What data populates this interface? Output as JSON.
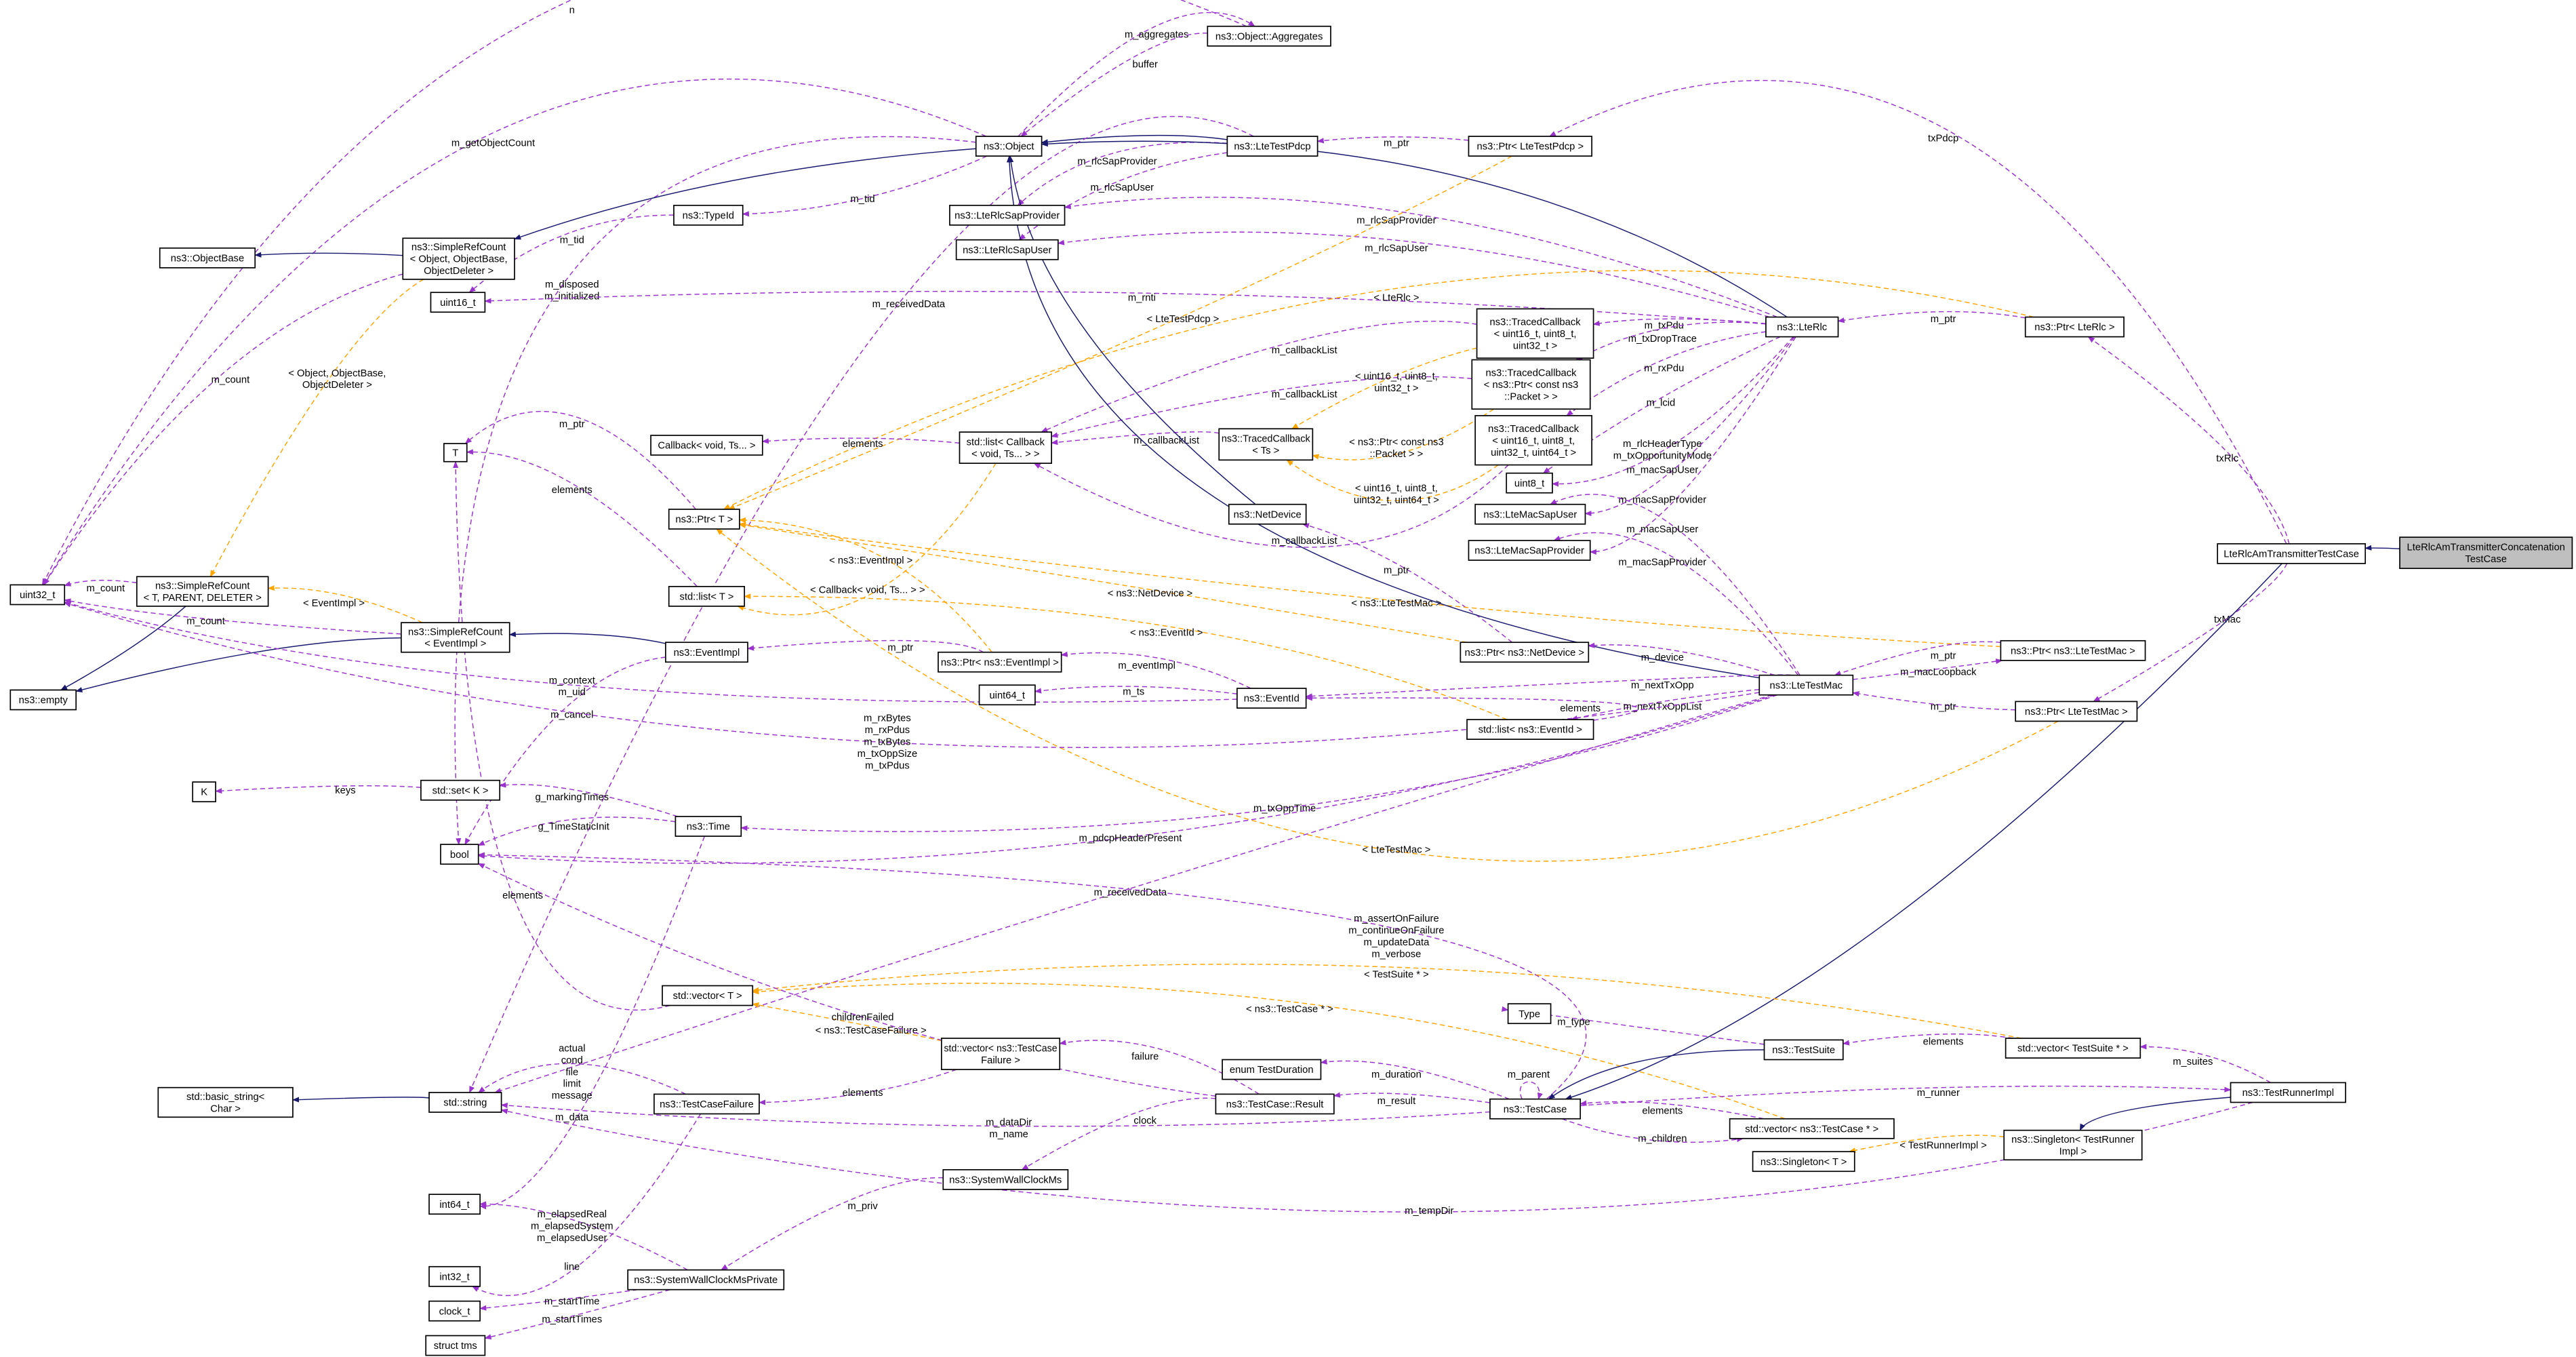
{
  "title": "LteRlcAmTransmitterConcatenationTestCase collaboration graph",
  "colors": {
    "usage": "#9a32cd",
    "template": "#ffa500",
    "inheritance": "#191970",
    "highlight": "#bfbfbf"
  },
  "nodes": {
    "object": [
      "ns3::Object"
    ],
    "aggregates": [
      "ns3::Object::Aggregates"
    ],
    "ltetestpdcp": [
      "ns3::LteTestPdcp"
    ],
    "ptrltetestpdcp": [
      "ns3::Ptr< LteTestPdcp >"
    ],
    "rlcsapprovider": [
      "ns3::LteRlcSapProvider"
    ],
    "rlcsapuser": [
      "ns3::LteRlcSapUser"
    ],
    "typeid": [
      "ns3::TypeId"
    ],
    "simplerefobj": [
      "ns3::SimpleRefCount",
      "< Object, ObjectBase,",
      "ObjectDeleter >"
    ],
    "objectbase": [
      "ns3::ObjectBase"
    ],
    "uint16": [
      "uint16_t"
    ],
    "tc1": [
      "ns3::TracedCallback",
      "< uint16_t, uint8_t,",
      "uint32_t >"
    ],
    "lterlc": [
      "ns3::LteRlc"
    ],
    "ptrlterlc": [
      "ns3::Ptr< LteRlc >"
    ],
    "tc2": [
      "ns3::TracedCallback",
      "< ns3::Ptr< const ns3",
      "::Packet > >"
    ],
    "tc3": [
      "ns3::TracedCallback",
      "< uint16_t, uint8_t,",
      "uint32_t, uint64_t >"
    ],
    "T": [
      "T"
    ],
    "callback": [
      "Callback< void, Ts... >"
    ],
    "listcallback": [
      "std::list< Callback",
      "< void, Ts... > >"
    ],
    "tcts": [
      "ns3::TracedCallback",
      "< Ts >"
    ],
    "uint8": [
      "uint8_t"
    ],
    "macsapuser": [
      "ns3::LteMacSapUser"
    ],
    "macsapprovider": [
      "ns3::LteMacSapProvider"
    ],
    "ptrT": [
      "ns3::Ptr< T >"
    ],
    "netdevice": [
      "ns3::NetDevice"
    ],
    "listT": [
      "std::list< T >"
    ],
    "uint32": [
      "uint32_t"
    ],
    "simplereftpd": [
      "ns3::SimpleRefCount",
      "< T, PARENT, DELETER >"
    ],
    "simplerefei": [
      "ns3::SimpleRefCount",
      "< EventImpl >"
    ],
    "eventimpl": [
      "ns3::EventImpl"
    ],
    "ptreventimpl": [
      "ns3::Ptr< ns3::EventImpl >"
    ],
    "ptrnetdevice": [
      "ns3::Ptr< ns3::NetDevice >"
    ],
    "ptrltetestmacns": [
      "ns3::Ptr< ns3::LteTestMac >"
    ],
    "testcaseam": [
      "LteRlcAmTransmitterTestCase"
    ],
    "concat": [
      "LteRlcAmTransmitterConcatenation",
      "TestCase"
    ],
    "ltetestmac": [
      "ns3::LteTestMac"
    ],
    "ptrltetestmac": [
      "ns3::Ptr< LteTestMac >"
    ],
    "eventid": [
      "ns3::EventId"
    ],
    "uint64": [
      "uint64_t"
    ],
    "listeventid": [
      "std::list< ns3::EventId >"
    ],
    "empty": [
      "ns3::empty"
    ],
    "K": [
      "K"
    ],
    "setK": [
      "std::set< K >"
    ],
    "time": [
      "ns3::Time"
    ],
    "bool": [
      "bool"
    ],
    "vectorT": [
      "std::vector< T >"
    ],
    "type": [
      "Type"
    ],
    "testsuite": [
      "ns3::TestSuite"
    ],
    "vecsuite": [
      "std::vector< TestSuite * >"
    ],
    "vecfailure": [
      "std::vector< ns3::TestCase",
      "Failure >"
    ],
    "duration": [
      "enum TestDuration"
    ],
    "testcase": [
      "ns3::TestCase"
    ],
    "result": [
      "ns3::TestCase::Result"
    ],
    "testrunner": [
      "ns3::TestRunnerImpl"
    ],
    "string": [
      "std::string"
    ],
    "basicstring": [
      "std::basic_string<",
      "Char >"
    ],
    "testcasefailure": [
      "ns3::TestCaseFailure"
    ],
    "veccase": [
      "std::vector< ns3::TestCase * >"
    ],
    "singletontr": [
      "ns3::Singleton< TestRunner",
      "Impl >"
    ],
    "singletonT": [
      "ns3::Singleton< T >"
    ],
    "syswall": [
      "ns3::SystemWallClockMs"
    ],
    "int64": [
      "int64_t"
    ],
    "int32": [
      "int32_t"
    ],
    "syswallpriv": [
      "ns3::SystemWallClockMsPrivate"
    ],
    "clock": [
      "clock_t"
    ],
    "tms": [
      "struct tms"
    ]
  },
  "edges": [
    {
      "from": "aggregates",
      "to": "uint32",
      "kind": "usage",
      "label": [
        "n"
      ]
    },
    {
      "from": "object",
      "to": "aggregates",
      "kind": "usage",
      "label": [
        "m_aggregates"
      ]
    },
    {
      "from": "aggregates",
      "to": "object",
      "kind": "usage",
      "label": [
        "buffer"
      ]
    },
    {
      "from": "object",
      "to": "uint32",
      "kind": "usage",
      "label": [
        "m_getObjectCount"
      ]
    },
    {
      "from": "object",
      "to": "typeid",
      "kind": "usage",
      "label": [
        "m_tid"
      ]
    },
    {
      "from": "object",
      "to": "bool",
      "kind": "usage",
      "label": [
        "m_disposed",
        "m_initialized"
      ]
    },
    {
      "from": "simplerefobj",
      "to": "uint32",
      "kind": "usage",
      "label": [
        "m_count"
      ]
    },
    {
      "from": "simplerefobj",
      "to": "objectbase",
      "kind": "inheritance",
      "label": []
    },
    {
      "from": "object",
      "to": "simplerefobj",
      "kind": "inheritance",
      "label": []
    },
    {
      "from": "simplerefobj",
      "to": "simplereftpd",
      "kind": "template",
      "label": [
        "< Object, ObjectBase,",
        "ObjectDeleter >"
      ]
    },
    {
      "from": "typeid",
      "to": "uint16",
      "kind": "usage",
      "label": [
        "m_tid"
      ]
    },
    {
      "from": "ltetestpdcp",
      "to": "object",
      "kind": "inheritance",
      "label": []
    },
    {
      "from": "ltetestpdcp",
      "to": "rlcsapprovider",
      "kind": "usage",
      "label": [
        "m_rlcSapProvider"
      ]
    },
    {
      "from": "ltetestpdcp",
      "to": "rlcsapuser",
      "kind": "usage",
      "label": [
        "m_rlcSapUser"
      ]
    },
    {
      "from": "ltetestpdcp",
      "to": "string",
      "kind": "usage",
      "label": [
        "m_receivedData"
      ]
    },
    {
      "from": "ptrltetestpdcp",
      "to": "ltetestpdcp",
      "kind": "usage",
      "label": [
        "m_ptr"
      ]
    },
    {
      "from": "testcaseam",
      "to": "ptrltetestpdcp",
      "kind": "usage",
      "label": [
        "txPdcp"
      ]
    },
    {
      "from": "lterlc",
      "to": "object",
      "kind": "inheritance",
      "label": []
    },
    {
      "from": "lterlc",
      "to": "rlcsapprovider",
      "kind": "usage",
      "label": [
        "m_rlcSapProvider"
      ]
    },
    {
      "from": "lterlc",
      "to": "rlcsapuser",
      "kind": "usage",
      "label": [
        "m_rlcSapUser"
      ]
    },
    {
      "from": "lterlc",
      "to": "uint16",
      "kind": "usage",
      "label": [
        "m_rnti"
      ]
    },
    {
      "from": "lterlc",
      "to": "tc1",
      "kind": "usage",
      "label": [
        "m_txPdu"
      ]
    },
    {
      "from": "lterlc",
      "to": "tc2",
      "kind": "usage",
      "label": [
        "m_txDropTrace"
      ]
    },
    {
      "from": "lterlc",
      "to": "tc3",
      "kind": "usage",
      "label": [
        "m_rxPdu"
      ]
    },
    {
      "from": "lterlc",
      "to": "uint8",
      "kind": "usage",
      "label": [
        "m_lcid"
      ]
    },
    {
      "from": "lterlc",
      "to": "uint8",
      "kind": "usage",
      "label": [
        "m_rlcHeaderType",
        "m_txOpportunityMode"
      ]
    },
    {
      "from": "lterlc",
      "to": "macsapuser",
      "kind": "usage",
      "label": [
        "m_macSapUser"
      ]
    },
    {
      "from": "lterlc",
      "to": "macsapprovider",
      "kind": "usage",
      "label": [
        "m_macSapProvider"
      ]
    },
    {
      "from": "ptrlterlc",
      "to": "lterlc",
      "kind": "usage",
      "label": [
        "m_ptr"
      ]
    },
    {
      "from": "testcaseam",
      "to": "ptrlterlc",
      "kind": "usage",
      "label": [
        "txRlc"
      ]
    },
    {
      "from": "ptrltetestpdcp",
      "to": "ptrT",
      "kind": "template",
      "label": [
        "< LteTestPdcp >"
      ]
    },
    {
      "from": "ptrlterlc",
      "to": "ptrT",
      "kind": "template",
      "label": [
        "< LteRlc >"
      ]
    },
    {
      "from": "ptrT",
      "to": "T",
      "kind": "usage",
      "label": [
        "m_ptr"
      ]
    },
    {
      "from": "listT",
      "to": "T",
      "kind": "usage",
      "label": [
        "elements"
      ]
    },
    {
      "from": "listcallback",
      "to": "callback",
      "kind": "usage",
      "label": [
        "elements"
      ]
    },
    {
      "from": "tcts",
      "to": "listcallback",
      "kind": "usage",
      "label": [
        "m_callbackList"
      ]
    },
    {
      "from": "tc1",
      "to": "listcallback",
      "kind": "usage",
      "label": [
        "m_callbackList"
      ]
    },
    {
      "from": "tc2",
      "to": "listcallback",
      "kind": "usage",
      "label": [
        "m_callbackList"
      ]
    },
    {
      "from": "tc3",
      "to": "listcallback",
      "kind": "usage",
      "label": [
        "m_callbackList"
      ]
    },
    {
      "from": "tc1",
      "to": "tcts",
      "kind": "template",
      "label": [
        "< uint16_t, uint8_t,",
        "uint32_t >"
      ]
    },
    {
      "from": "tc2",
      "to": "tcts",
      "kind": "template",
      "label": [
        "< ns3::Ptr< const ns3",
        "::Packet > >"
      ]
    },
    {
      "from": "tc3",
      "to": "tcts",
      "kind": "template",
      "label": [
        "< uint16_t, uint8_t,",
        "uint32_t, uint64_t >"
      ]
    },
    {
      "from": "netdevice",
      "to": "object",
      "kind": "inheritance",
      "label": []
    },
    {
      "from": "ptrnetdevice",
      "to": "netdevice",
      "kind": "usage",
      "label": [
        "m_ptr"
      ]
    },
    {
      "from": "ptrnetdevice",
      "to": "ptrT",
      "kind": "template",
      "label": [
        "< ns3::NetDevice >"
      ]
    },
    {
      "from": "ptrltetestmacns",
      "to": "ptrT",
      "kind": "template",
      "label": [
        "< ns3::LteTestMac >"
      ]
    },
    {
      "from": "ptrltetestmac",
      "to": "ptrT",
      "kind": "template",
      "label": [
        "< LteTestMac >"
      ]
    },
    {
      "from": "ptreventimpl",
      "to": "ptrT",
      "kind": "template",
      "label": [
        "< ns3::EventImpl >"
      ]
    },
    {
      "from": "listcallback",
      "to": "listT",
      "kind": "template",
      "label": [
        "< Callback< void, Ts... > >"
      ]
    },
    {
      "from": "listeventid",
      "to": "listT",
      "kind": "template",
      "label": [
        "< ns3::EventId >"
      ]
    },
    {
      "from": "simplerefei",
      "to": "simplereftpd",
      "kind": "template",
      "label": [
        "< EventImpl >"
      ]
    },
    {
      "from": "simplereftpd",
      "to": "uint32",
      "kind": "usage",
      "label": [
        "m_count"
      ]
    },
    {
      "from": "simplereftpd",
      "to": "empty",
      "kind": "inheritance",
      "label": []
    },
    {
      "from": "simplerefei",
      "to": "empty",
      "kind": "inheritance",
      "label": []
    },
    {
      "from": "simplerefei",
      "to": "uint32",
      "kind": "usage",
      "label": [
        "m_count"
      ]
    },
    {
      "from": "eventimpl",
      "to": "simplerefei",
      "kind": "inheritance",
      "label": []
    },
    {
      "from": "eventimpl",
      "to": "bool",
      "kind": "usage",
      "label": [
        "m_cancel"
      ]
    },
    {
      "from": "ptreventimpl",
      "to": "eventimpl",
      "kind": "usage",
      "label": [
        "m_ptr"
      ]
    },
    {
      "from": "eventid",
      "to": "ptreventimpl",
      "kind": "usage",
      "label": [
        "m_eventImpl"
      ]
    },
    {
      "from": "eventid",
      "to": "uint64",
      "kind": "usage",
      "label": [
        "m_ts"
      ]
    },
    {
      "from": "eventid",
      "to": "uint32",
      "kind": "usage",
      "label": [
        "m_context",
        "m_uid"
      ]
    },
    {
      "from": "listeventid",
      "to": "eventid",
      "kind": "usage",
      "label": [
        "elements"
      ]
    },
    {
      "from": "ltetestmac",
      "to": "object",
      "kind": "inheritance",
      "label": []
    },
    {
      "from": "ltetestmac",
      "to": "macsapuser",
      "kind": "usage",
      "label": [
        "m_macSapUser"
      ]
    },
    {
      "from": "ltetestmac",
      "to": "macsapprovider",
      "kind": "usage",
      "label": [
        "m_macSapProvider"
      ]
    },
    {
      "from": "ltetestmac",
      "to": "ptrnetdevice",
      "kind": "usage",
      "label": [
        "m_device"
      ]
    },
    {
      "from": "ltetestmac",
      "to": "eventid",
      "kind": "usage",
      "label": [
        "m_nextTxOpp"
      ]
    },
    {
      "from": "ltetestmac",
      "to": "listeventid",
      "kind": "usage",
      "label": [
        "m_nextTxOppList"
      ]
    },
    {
      "from": "ltetestmac",
      "to": "uint32",
      "kind": "usage",
      "label": [
        "m_rxBytes",
        "m_rxPdus",
        "m_txBytes",
        "m_txOppSize",
        "m_txPdus"
      ]
    },
    {
      "from": "ltetestmac",
      "to": "time",
      "kind": "usage",
      "label": [
        "m_txOppTime"
      ]
    },
    {
      "from": "ltetestmac",
      "to": "bool",
      "kind": "usage",
      "label": [
        "m_pdcpHeaderPresent"
      ]
    },
    {
      "from": "ltetestmac",
      "to": "string",
      "kind": "usage",
      "label": [
        "m_receivedData"
      ]
    },
    {
      "from": "ptrltetestmacns",
      "to": "ltetestmac",
      "kind": "usage",
      "label": [
        "m_ptr"
      ]
    },
    {
      "from": "ltetestmac",
      "to": "ptrltetestmacns",
      "kind": "usage",
      "label": [
        "m_macLoopback"
      ]
    },
    {
      "from": "ptrltetestmac",
      "to": "ltetestmac",
      "kind": "usage",
      "label": [
        "m_ptr"
      ]
    },
    {
      "from": "testcaseam",
      "to": "ptrltetestmac",
      "kind": "usage",
      "label": [
        "txMac"
      ]
    },
    {
      "from": "concat",
      "to": "testcaseam",
      "kind": "inheritance",
      "label": []
    },
    {
      "from": "testcaseam",
      "to": "testcase",
      "kind": "inheritance",
      "label": []
    },
    {
      "from": "setK",
      "to": "K",
      "kind": "usage",
      "label": [
        "keys"
      ]
    },
    {
      "from": "time",
      "to": "setK",
      "kind": "usage",
      "label": [
        "g_markingTimes"
      ]
    },
    {
      "from": "time",
      "to": "bool",
      "kind": "usage",
      "label": [
        "g_TimeStaticInit"
      ]
    },
    {
      "from": "vectorT",
      "to": "T",
      "kind": "usage",
      "label": [
        "elements"
      ]
    },
    {
      "from": "time",
      "to": "int64",
      "kind": "usage",
      "label": [
        "m_data"
      ]
    },
    {
      "from": "testcase",
      "to": "bool",
      "kind": "usage",
      "label": [
        "m_assertOnFailure",
        "m_continueOnFailure",
        "m_updateData",
        "m_verbose"
      ]
    },
    {
      "from": "vecsuite",
      "to": "vectorT",
      "kind": "template",
      "label": [
        "< TestSuite * >"
      ]
    },
    {
      "from": "veccase",
      "to": "vectorT",
      "kind": "template",
      "label": [
        "< ns3::TestCase * >"
      ]
    },
    {
      "from": "vecfailure",
      "to": "vectorT",
      "kind": "template",
      "label": [
        "< ns3::TestCaseFailure >"
      ]
    },
    {
      "from": "testsuite",
      "to": "type",
      "kind": "usage",
      "label": [
        "m_type"
      ]
    },
    {
      "from": "testsuite",
      "to": "testcase",
      "kind": "inheritance",
      "label": []
    },
    {
      "from": "vecsuite",
      "to": "testsuite",
      "kind": "usage",
      "label": [
        "elements"
      ]
    },
    {
      "from": "testrunner",
      "to": "vecsuite",
      "kind": "usage",
      "label": [
        "m_suites"
      ]
    },
    {
      "from": "testcase",
      "to": "testrunner",
      "kind": "usage",
      "label": [
        "m_runner"
      ]
    },
    {
      "from": "testcase",
      "to": "testcase",
      "kind": "usage",
      "label": [
        "m_parent"
      ]
    },
    {
      "from": "testcase",
      "to": "result",
      "kind": "usage",
      "label": [
        "m_result"
      ]
    },
    {
      "from": "testcase",
      "to": "duration",
      "kind": "usage",
      "label": [
        "m_duration"
      ]
    },
    {
      "from": "testcase",
      "to": "string",
      "kind": "usage",
      "label": [
        "m_dataDir",
        "m_name"
      ]
    },
    {
      "from": "testcase",
      "to": "veccase",
      "kind": "usage",
      "label": [
        "m_children"
      ]
    },
    {
      "from": "veccase",
      "to": "testcase",
      "kind": "usage",
      "label": [
        "elements"
      ]
    },
    {
      "from": "result",
      "to": "vecfailure",
      "kind": "usage",
      "label": [
        "failure"
      ]
    },
    {
      "from": "result",
      "to": "bool",
      "kind": "usage",
      "label": [
        "childrenFailed"
      ]
    },
    {
      "from": "result",
      "to": "syswall",
      "kind": "usage",
      "label": [
        "clock"
      ]
    },
    {
      "from": "vecfailure",
      "to": "testcasefailure",
      "kind": "usage",
      "label": [
        "elements"
      ]
    },
    {
      "from": "testcasefailure",
      "to": "string",
      "kind": "usage",
      "label": [
        "actual",
        "cond",
        "file",
        "limit",
        "message"
      ]
    },
    {
      "from": "testcasefailure",
      "to": "int32",
      "kind": "usage",
      "label": [
        "line"
      ]
    },
    {
      "from": "string",
      "to": "basicstring",
      "kind": "inheritance",
      "label": []
    },
    {
      "from": "testrunner",
      "to": "singletontr",
      "kind": "inheritance",
      "label": []
    },
    {
      "from": "singletontr",
      "to": "singletonT",
      "kind": "template",
      "label": [
        "< TestRunnerImpl >"
      ]
    },
    {
      "from": "testrunner",
      "to": "string",
      "kind": "usage",
      "label": [
        "m_tempDir"
      ]
    },
    {
      "from": "syswall",
      "to": "syswallpriv",
      "kind": "usage",
      "label": [
        "m_priv"
      ]
    },
    {
      "from": "syswallpriv",
      "to": "int64",
      "kind": "usage",
      "label": [
        "m_elapsedReal",
        "m_elapsedSystem",
        "m_elapsedUser"
      ]
    },
    {
      "from": "syswallpriv",
      "to": "clock",
      "kind": "usage",
      "label": [
        "m_startTime"
      ]
    },
    {
      "from": "syswallpriv",
      "to": "tms",
      "kind": "usage",
      "label": [
        "m_startTimes"
      ]
    }
  ]
}
